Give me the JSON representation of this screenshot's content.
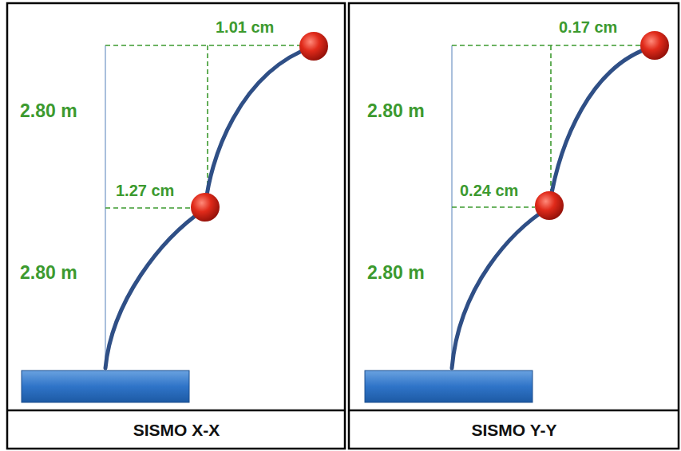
{
  "diagram": {
    "nodes": [
      {
        "text": [
          "SISMO X-X"
        ]
      },
      {
        "text": [
          "SISMO Y-Y"
        ]
      }
    ],
    "labels": [
      "1.01 cm",
      "2.80 m",
      "1.27 cm",
      "2.80 m",
      "0.17 cm",
      "2.80 m",
      "0.24 cm",
      "2.80 m"
    ]
  }
}
